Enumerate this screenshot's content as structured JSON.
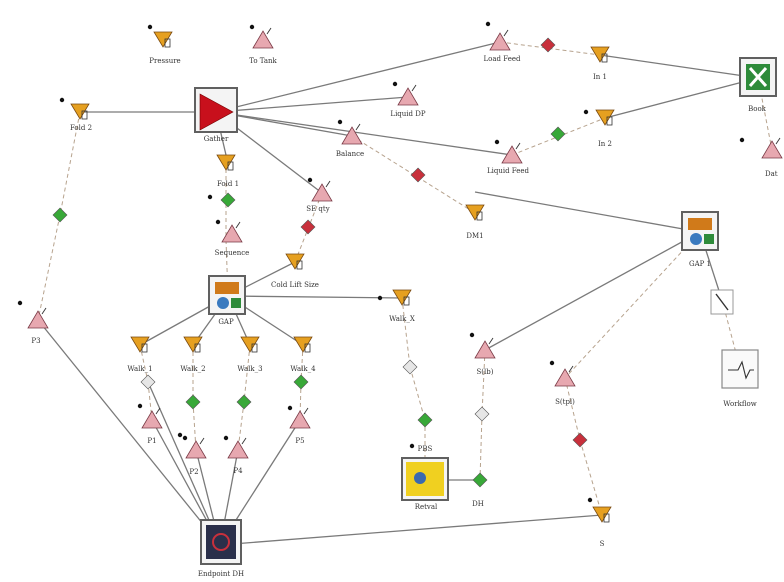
{
  "palette": {
    "link": "#7a7a7a",
    "dashed": "#b7a38e",
    "down_fill": "#e6a020",
    "down_stroke": "#7a4a10",
    "up_fill": "#e7a8b0",
    "up_stroke": "#7a3a46",
    "diamond_red": "#c8303c",
    "diamond_green": "#38a838",
    "diamond_grey": "#e6e6e6",
    "excel_green": "#2e8b3a",
    "frame": "#606060"
  },
  "labels": {
    "top_left_down": "Pressure",
    "top_left_up": "To Tank",
    "hub": "Gather",
    "upper_right_up": "Load Feed",
    "upper_mid_up": "Liquid DP",
    "upper_mid2": "Balance",
    "right_up_two": "Liquid Feed",
    "in1": "In 1",
    "in2": "In 2",
    "excel_name": "Book",
    "far_right": "Dat",
    "fold_a": "Fold 2",
    "fold_b": "Fold 1",
    "seq": "Sequence",
    "mid_up": "SE qty",
    "cold": "Cold Lift Size",
    "dm1": "DM1",
    "gap1": "GAP 1",
    "gap0": "GAP",
    "walk1": "Walk_1",
    "walk2": "Walk_2",
    "walk3": "Walk_3",
    "walk4": "Walk_4",
    "walkx": "Walk_X",
    "left_up": "P3",
    "p1": "P1",
    "p2": "P2",
    "p4": "P4",
    "p5": "P5",
    "seal_a": "S(lb)",
    "seal_b": "S(tpl)",
    "hub2": "PBS",
    "hub2b": "DH",
    "rpt": "Retval",
    "workflow": "Workflow",
    "bottom": "Endpoint DH",
    "vsmall": "S"
  }
}
